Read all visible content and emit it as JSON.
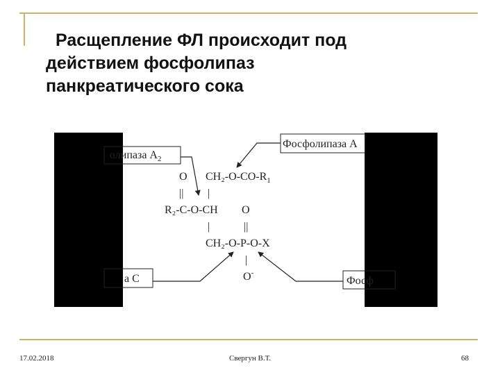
{
  "slide": {
    "title_lines": [
      "Расщепление ФЛ происходит под",
      "действием фосфолипаз",
      "панкреатического сока"
    ]
  },
  "figure": {
    "label_a1": "Фосфолипаза А",
    "label_a2": "олипаза А",
    "label_a2_sub": "2",
    "label_c": "а С",
    "label_d": "Фосф",
    "row1_o": "O",
    "row1_main": "CH₂-O-CO-R",
    "row1_sub": "1",
    "row2_bond": "||",
    "row2_bar": "|",
    "row3_main": "R₂-C-O-CH",
    "row3_o": "O",
    "row4_bar": "|",
    "row4_bond": "||",
    "row5_main": "CH₂-O-P-O-X",
    "row6_bar": "|",
    "row7_o": "O",
    "row7_sup": "-"
  },
  "footer": {
    "date": "17.02.2018",
    "author": "Свергун В.Т.",
    "page": "68"
  }
}
